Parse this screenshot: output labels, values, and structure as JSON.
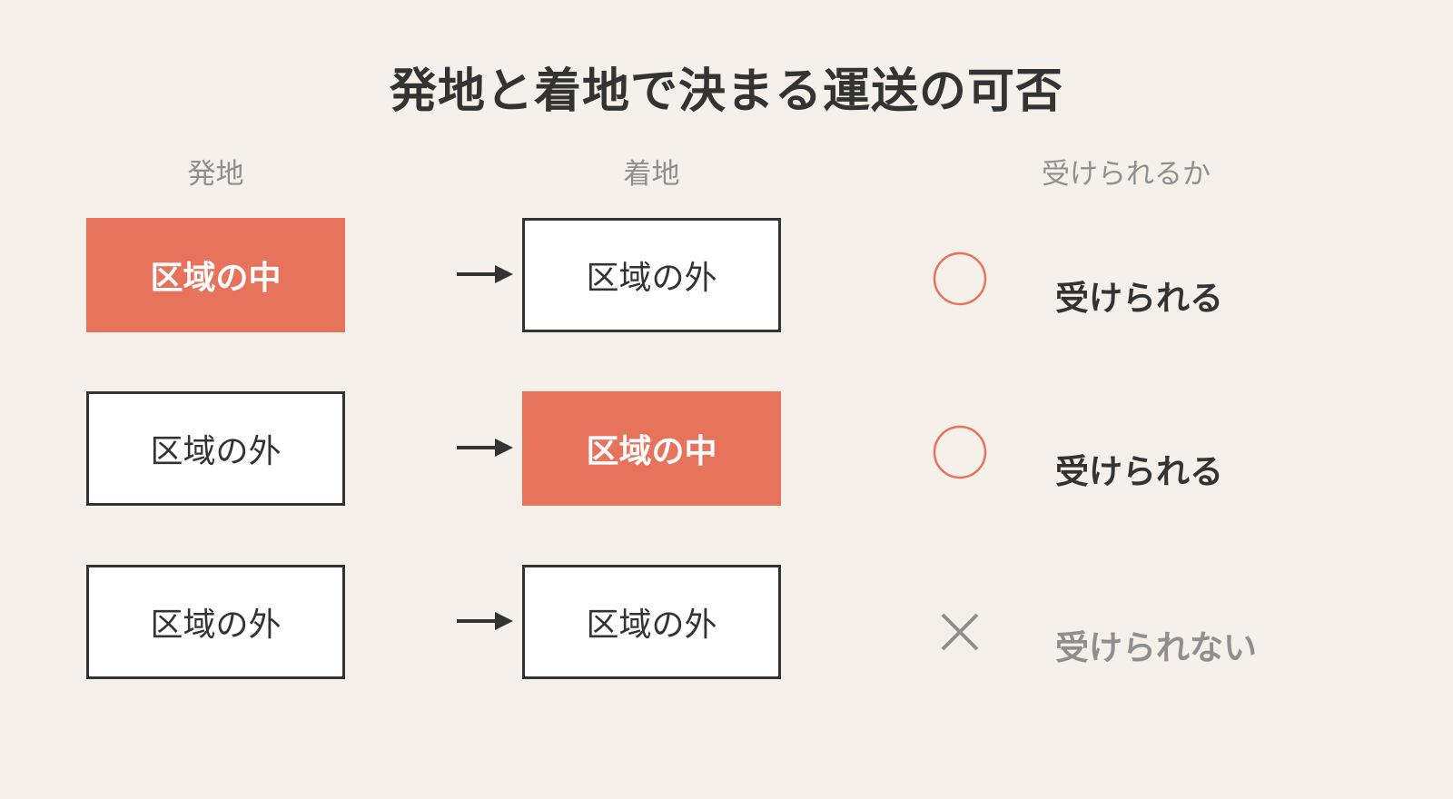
{
  "title": "発地と着地で決まる運送の可否",
  "headers": {
    "origin": "発地",
    "destination": "着地",
    "acceptance": "受けられるか"
  },
  "rows": [
    {
      "origin": "区域の中",
      "destination": "区域の外",
      "symbol": "circle-icon",
      "result": "受けられる"
    },
    {
      "origin": "区域の外",
      "destination": "区域の中",
      "symbol": "circle-icon",
      "result": "受けられる"
    },
    {
      "origin": "区域の外",
      "destination": "区域の外",
      "symbol": "cross-icon",
      "result": "受けられない"
    }
  ],
  "colors": {
    "background": "#f5f0ea",
    "inside_fill": "#e8735d",
    "outside_fill": "#ffffff",
    "border": "#333333",
    "circle": "#e8735d",
    "cross": "#8f8f8f",
    "muted_text": "#8f8f8f"
  }
}
